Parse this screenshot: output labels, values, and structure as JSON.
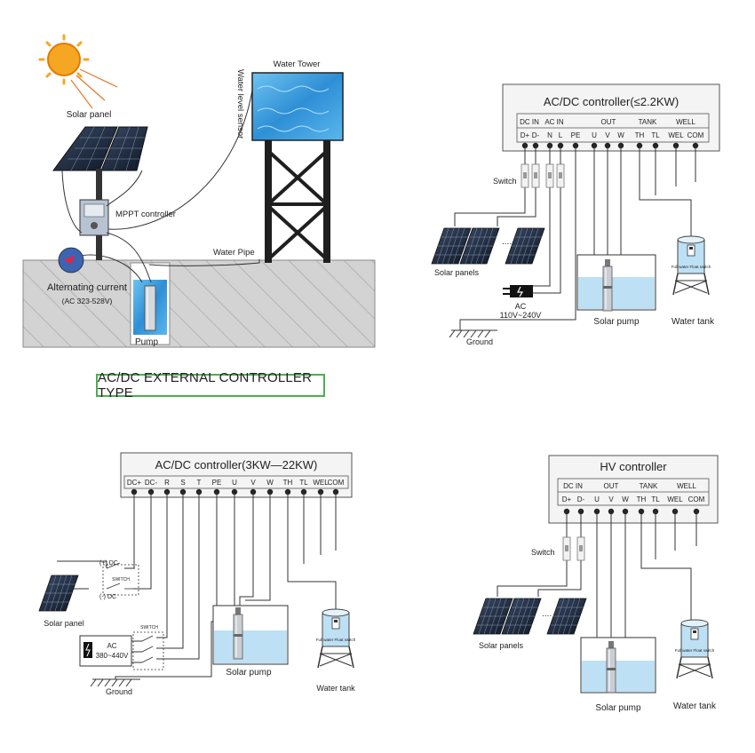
{
  "diagram1": {
    "solar_panel": "Solar panel",
    "mppt": "MPPT controller",
    "alternating_current": "Alternating current",
    "ac_range": "(AC 323-528V)",
    "water_tower": "Water Tower",
    "water_level_sensor": "Water level sensor",
    "water_pipe": "Water Pipe",
    "pump": "Pump",
    "caption": "AC/DC EXTERNAL CONTROLLER TYPE"
  },
  "diagram2": {
    "title": "AC/DC controller(≤2.2KW)",
    "groups": [
      "DC IN",
      "AC IN",
      "OUT",
      "TANK",
      "WELL"
    ],
    "terminals": [
      "D+",
      "D-",
      "N",
      "L",
      "PE",
      "U",
      "V",
      "W",
      "TH",
      "TL",
      "WEL",
      "COM"
    ],
    "switch": "Switch",
    "solar_panels": "Solar panels",
    "ac": "AC",
    "ac_range": "110V~240V",
    "ground": "Ground",
    "solar_pump": "Solar pump",
    "water_tank": "Water tank",
    "float_switch": "Full water Float switch"
  },
  "diagram3": {
    "title": "AC/DC controller(3KW—22KW)",
    "terminals": [
      "DC+",
      "DC-",
      "R",
      "S",
      "T",
      "PE",
      "U",
      "V",
      "W",
      "TH",
      "TL",
      "WEL",
      "COM"
    ],
    "dc_plus": "(+) DC",
    "dc_minus": "(-) DC",
    "switch": "SWITCH",
    "solar_panel": "Solar panel",
    "ac": "AC",
    "ac_range": "380~440V",
    "ground": "Ground",
    "solar_pump": "Solar pump",
    "water_tank": "Water tank",
    "float_switch": "Full water Float switch"
  },
  "diagram4": {
    "title": "HV controller",
    "groups": [
      "DC IN",
      "OUT",
      "TANK",
      "WELL"
    ],
    "terminals": [
      "D+",
      "D-",
      "U",
      "V",
      "W",
      "TH",
      "TL",
      "WEL",
      "COM"
    ],
    "switch": "Switch",
    "solar_panels": "Solar panels",
    "solar_pump": "Solar pump",
    "water_tank": "Water tank",
    "float_switch": "Full water Float switch"
  },
  "colors": {
    "water": "#2f8fd6",
    "sun": "#f5a623",
    "ray": "#e8762b",
    "caption_border": "#4caf50",
    "tank_water": "#bde0f5"
  }
}
